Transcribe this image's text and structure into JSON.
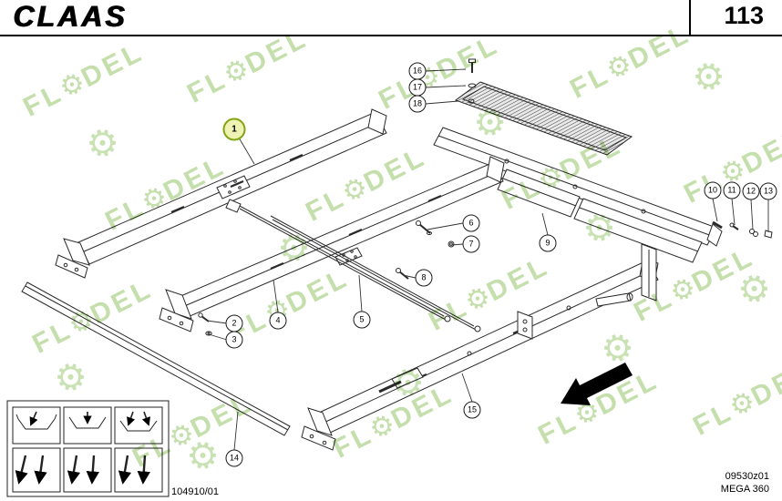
{
  "header": {
    "brand": "CLAAS",
    "page_number": "113"
  },
  "watermark": {
    "left": "FL",
    "right": "DEL"
  },
  "callouts": [
    "1",
    "2",
    "3",
    "4",
    "5",
    "6",
    "7",
    "8",
    "9",
    "10",
    "11",
    "12",
    "13",
    "14",
    "15",
    "16",
    "17",
    "18"
  ],
  "footer": {
    "drawing_number": "104910/01",
    "revision_code": "09530z01",
    "model": "MEGA 360"
  }
}
